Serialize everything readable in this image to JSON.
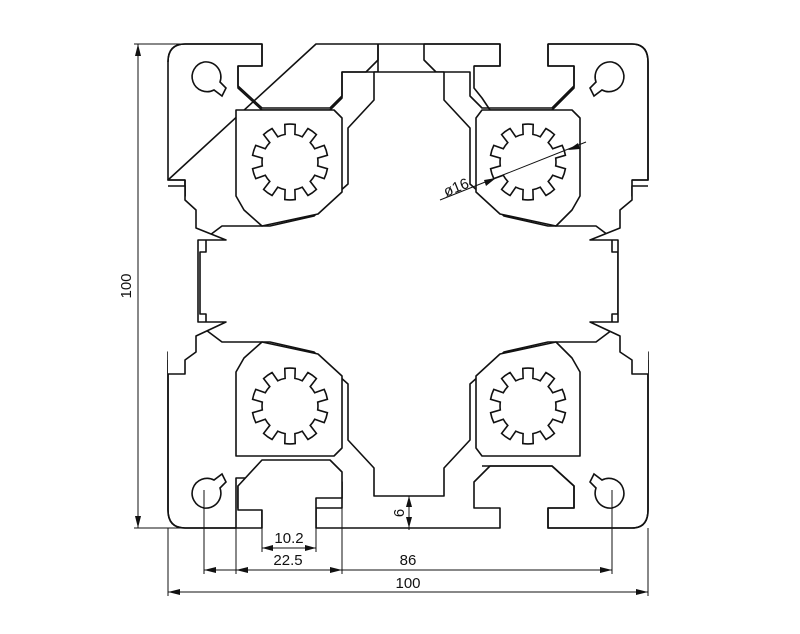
{
  "drawing": {
    "line_color": "#111111",
    "background": "#ffffff",
    "shapes": [
      "aluminum-extrusion-profile",
      "slot-cross-section",
      "star-bore",
      "corner-hole"
    ]
  },
  "dimensions": {
    "height": "100",
    "width": "100",
    "slot_pitch": "86",
    "slot_width": "22.5",
    "slot_opening": "10.2",
    "bore_diameter": "ø16",
    "wall_depth": "6"
  }
}
